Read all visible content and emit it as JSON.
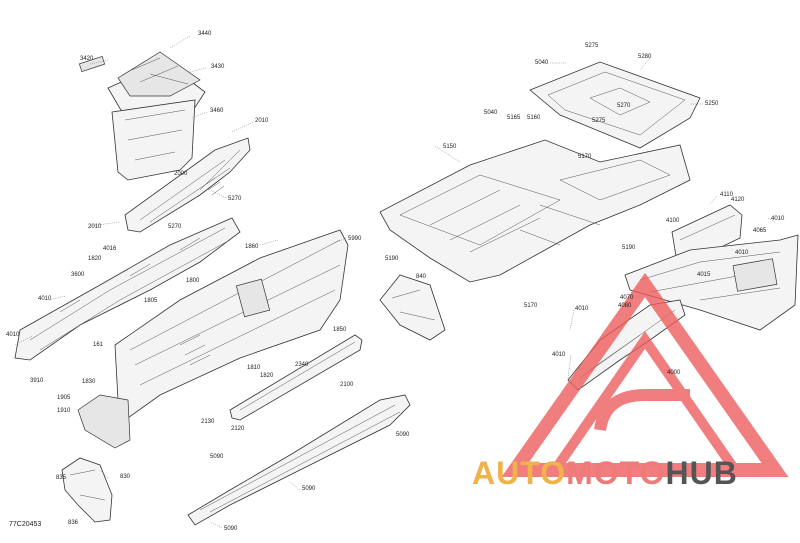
{
  "figure_code": "77C20453",
  "watermark": {
    "part1": "AUTO",
    "part2": "MOTO",
    "part3": "HUB",
    "colors": {
      "auto": "#f0b24a",
      "moto": "#ef7a7a",
      "hub": "#555555",
      "triangle": "#ee5a5a"
    }
  },
  "callouts": [
    {
      "id": "c3420",
      "text": "3420"
    },
    {
      "id": "c3440",
      "text": "3440"
    },
    {
      "id": "c3430",
      "text": "3430"
    },
    {
      "id": "c3460",
      "text": "3460"
    },
    {
      "id": "c2010a",
      "text": "2010"
    },
    {
      "id": "c2000",
      "text": "2000"
    },
    {
      "id": "c5270a",
      "text": "5270"
    },
    {
      "id": "c5270b",
      "text": "5270"
    },
    {
      "id": "c2010b",
      "text": "2010"
    },
    {
      "id": "c4016",
      "text": "4016"
    },
    {
      "id": "c1860",
      "text": "1860"
    },
    {
      "id": "c5990",
      "text": "5990"
    },
    {
      "id": "c1800",
      "text": "1800"
    },
    {
      "id": "c3600",
      "text": "3600"
    },
    {
      "id": "c1820a",
      "text": "1820"
    },
    {
      "id": "c4010a",
      "text": "4010"
    },
    {
      "id": "c1805",
      "text": "1805"
    },
    {
      "id": "c161",
      "text": "161"
    },
    {
      "id": "c4010b",
      "text": "4010"
    },
    {
      "id": "c3910",
      "text": "3910"
    },
    {
      "id": "c1850",
      "text": "1850"
    },
    {
      "id": "c2340",
      "text": "2340"
    },
    {
      "id": "c1810",
      "text": "1810"
    },
    {
      "id": "c1820b",
      "text": "1820"
    },
    {
      "id": "c1830",
      "text": "1830"
    },
    {
      "id": "c2100",
      "text": "2100"
    },
    {
      "id": "c1905",
      "text": "1905"
    },
    {
      "id": "c1910",
      "text": "1910"
    },
    {
      "id": "c2130",
      "text": "2130"
    },
    {
      "id": "c2120",
      "text": "2120"
    },
    {
      "id": "c5090a",
      "text": "5090"
    },
    {
      "id": "c5090b",
      "text": "5090"
    },
    {
      "id": "c5090c",
      "text": "5090"
    },
    {
      "id": "c5090d",
      "text": "5090"
    },
    {
      "id": "c835",
      "text": "835"
    },
    {
      "id": "c830",
      "text": "830"
    },
    {
      "id": "c836",
      "text": "836"
    },
    {
      "id": "c5040a",
      "text": "5040"
    },
    {
      "id": "c5275a",
      "text": "5275"
    },
    {
      "id": "c5280",
      "text": "5280"
    },
    {
      "id": "c5250",
      "text": "5250"
    },
    {
      "id": "c5270c",
      "text": "5270"
    },
    {
      "id": "c5275b",
      "text": "5275"
    },
    {
      "id": "c5040b",
      "text": "5040"
    },
    {
      "id": "c5165",
      "text": "5165"
    },
    {
      "id": "c5160",
      "text": "5160"
    },
    {
      "id": "c5150",
      "text": "5150"
    },
    {
      "id": "c5170a",
      "text": "5170"
    },
    {
      "id": "c4110",
      "text": "4110"
    },
    {
      "id": "c4120",
      "text": "4120"
    },
    {
      "id": "c4100",
      "text": "4100"
    },
    {
      "id": "c4010c",
      "text": "4010"
    },
    {
      "id": "c4065",
      "text": "4065"
    },
    {
      "id": "c4010d",
      "text": "4010"
    },
    {
      "id": "c5190a",
      "text": "5190"
    },
    {
      "id": "c5190b",
      "text": "5190"
    },
    {
      "id": "c840",
      "text": "840"
    },
    {
      "id": "c5170b",
      "text": "5170"
    },
    {
      "id": "c4015",
      "text": "4015"
    },
    {
      "id": "c4070",
      "text": "4070"
    },
    {
      "id": "c4080",
      "text": "4080"
    },
    {
      "id": "c4010e",
      "text": "4010"
    },
    {
      "id": "c4010f",
      "text": "4010"
    },
    {
      "id": "c4000",
      "text": "4000"
    }
  ]
}
